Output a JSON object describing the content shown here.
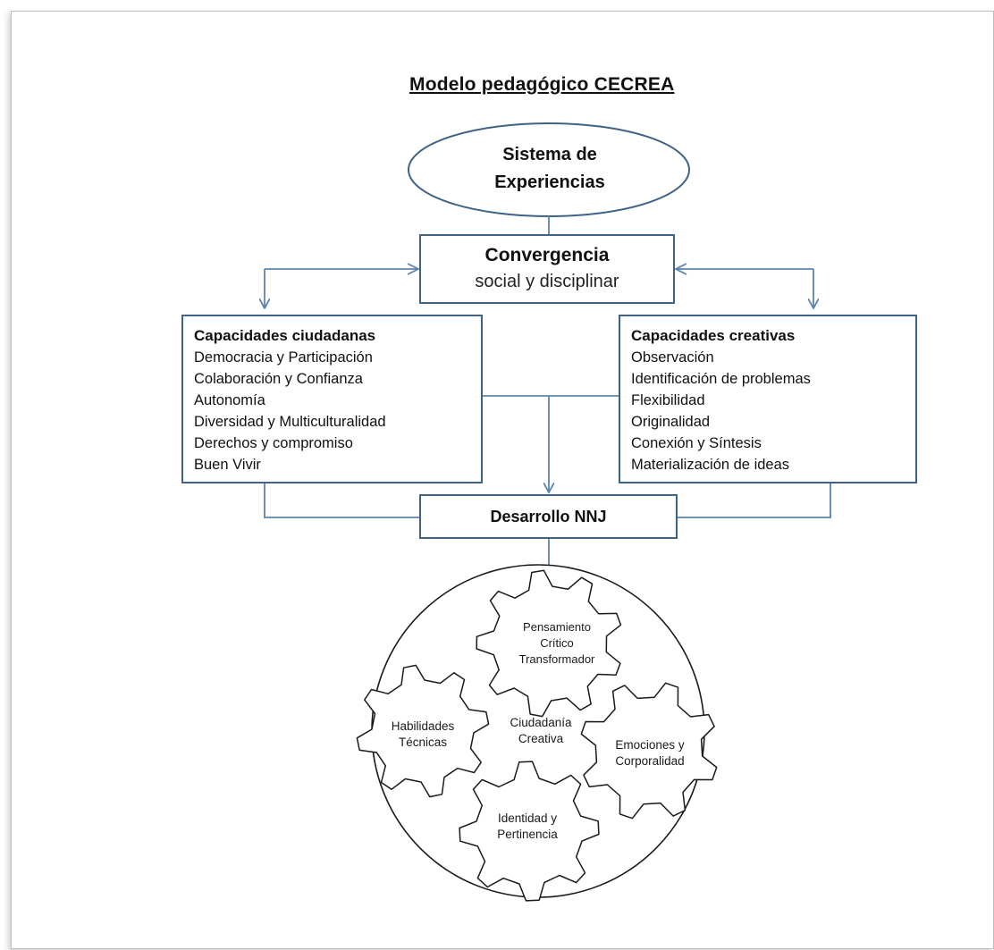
{
  "title": "Modelo pedagógico CECREA",
  "top_node": {
    "line1": "Sistema de",
    "line2": "Experiencias"
  },
  "convergence": {
    "title": "Convergencia",
    "subtitle": "social y disciplinar"
  },
  "left_box": {
    "heading": "Capacidades ciudadanas",
    "items": [
      "Democracia y Participación",
      "Colaboración y Confianza",
      "Autonomía",
      "Diversidad y Multiculturalidad",
      "Derechos y compromiso",
      "Buen Vivir"
    ]
  },
  "right_box": {
    "heading": "Capacidades creativas",
    "items": [
      "Observación",
      "Identificación de problemas",
      "Flexibilidad",
      "Originalidad",
      "Conexión y Síntesis",
      "Materialización de ideas"
    ]
  },
  "development": "Desarrollo NNJ",
  "center_label": {
    "line1": "Ciudadanía",
    "line2": "Creativa"
  },
  "gears": [
    {
      "line1": "Pensamiento",
      "line2": "Crítico",
      "line3": "Transformador"
    },
    {
      "line1": "Habilidades",
      "line2": "Técnicas"
    },
    {
      "line1": "Emociones y",
      "line2": "Corporalidad"
    },
    {
      "line1": "Identidad y",
      "line2": "Pertinencia"
    }
  ],
  "colors": {
    "line": "#5b84b1",
    "border": "#3f6287"
  }
}
